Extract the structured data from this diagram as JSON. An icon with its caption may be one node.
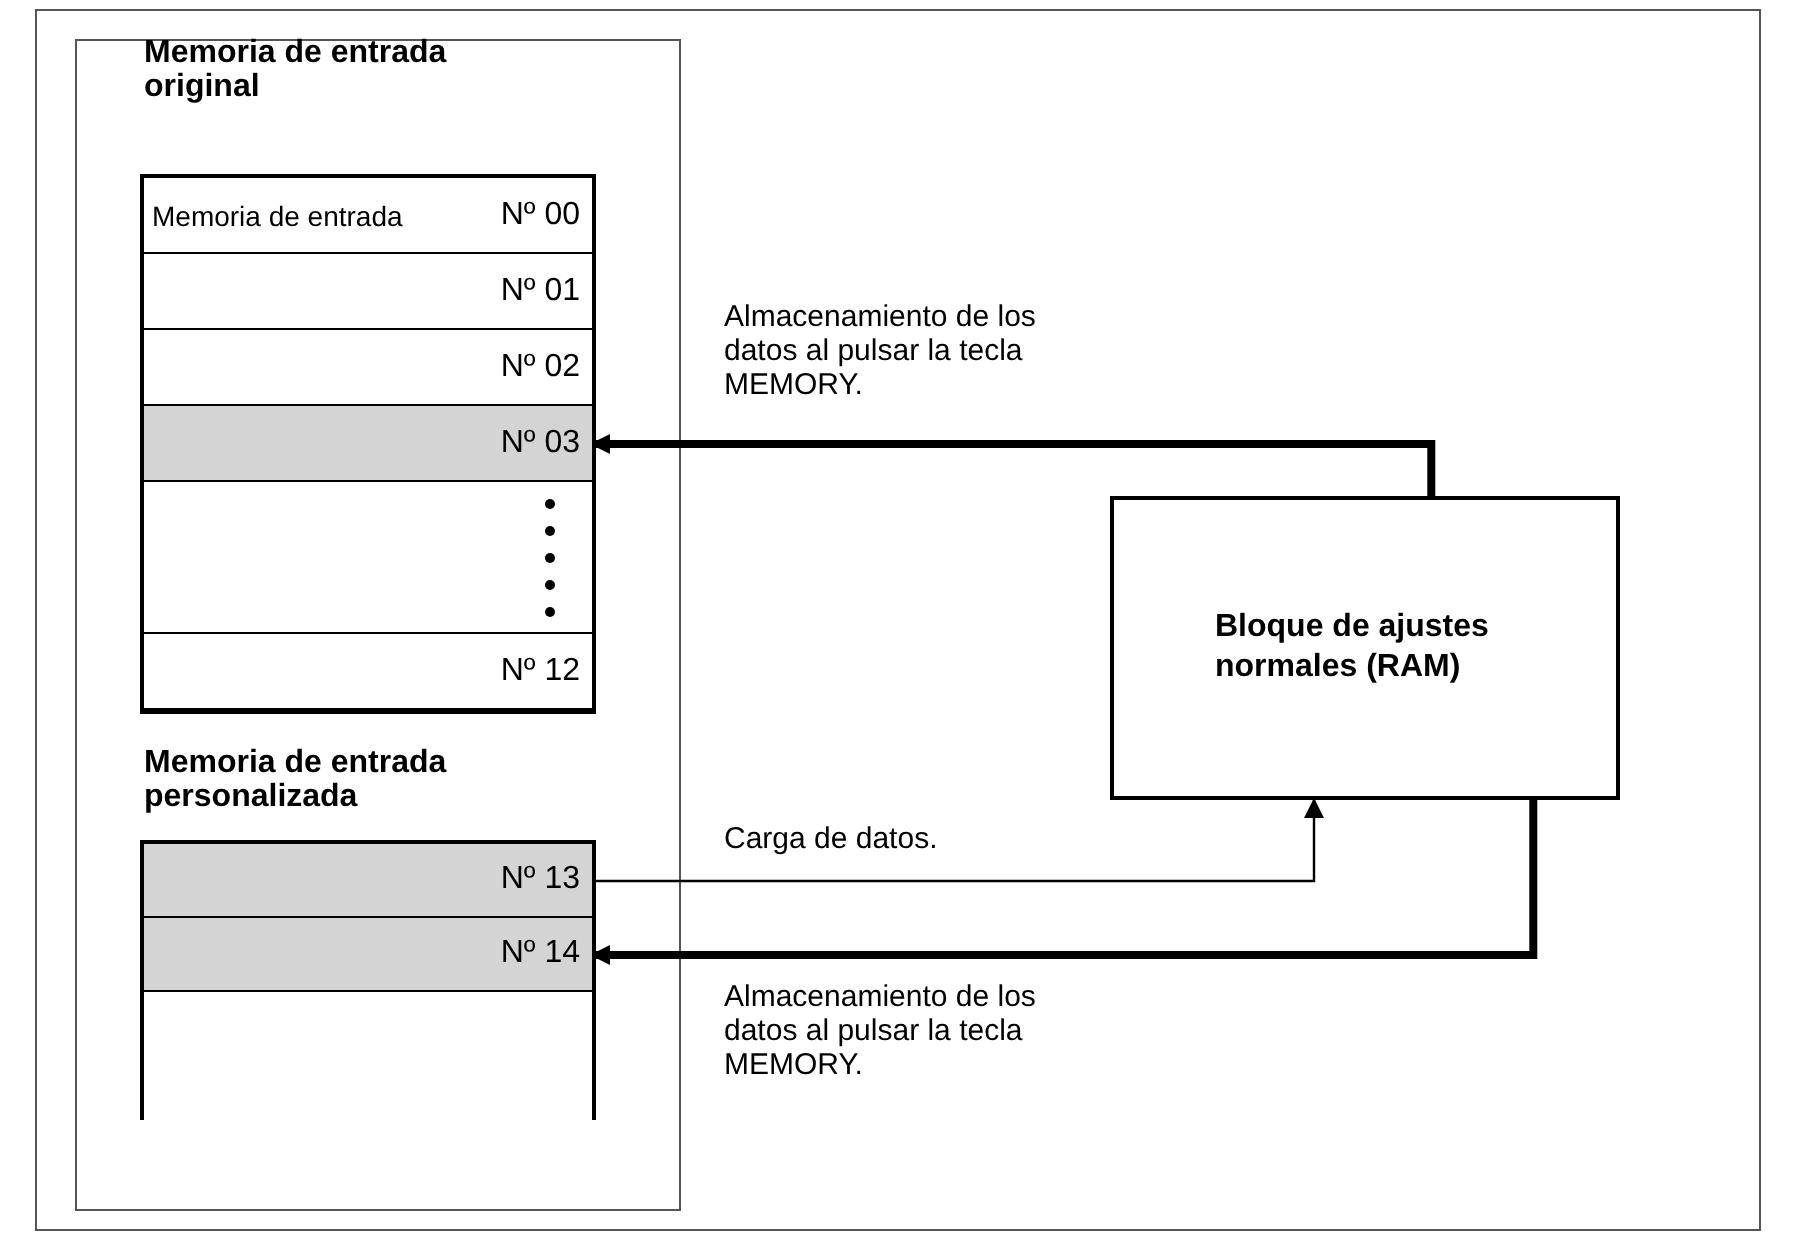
{
  "diagram": {
    "nodes": [
      {
        "text": [
          "Memoria de entrada original"
        ]
      },
      {
        "text": [
          "Memoria de entrada",
          "Nº 00"
        ],
        "in": 0
      },
      {
        "text": [
          "Nº 01"
        ],
        "in": 0
      },
      {
        "text": [
          "Nº 02"
        ],
        "in": 0
      },
      {
        "text": [
          "Nº 03"
        ],
        "in": 0
      },
      {
        "text": [],
        "shape": "box",
        "in": 0
      },
      {
        "text": [
          "Nº 12"
        ],
        "in": 0
      },
      {
        "text": [
          "Memoria de entrada personalizada"
        ]
      },
      {
        "text": [
          "Nº 13"
        ],
        "in": 7
      },
      {
        "text": [
          "Nº 14"
        ],
        "in": 7
      },
      {
        "text": [
          "Bloque de ajustes normales (RAM)"
        ]
      }
    ],
    "edges": [
      {
        "from": 10,
        "to": 4,
        "arrow": "to",
        "label": "Almacenamiento de los datos al pulsar la tecla MEMORY."
      },
      {
        "from": 8,
        "to": 10,
        "arrow": "to",
        "label": "Carga de datos."
      },
      {
        "from": 10,
        "to": 9,
        "arrow": "to",
        "label": "Almacenamiento de los datos al pulsar la tecla MEMORY."
      }
    ]
  }
}
